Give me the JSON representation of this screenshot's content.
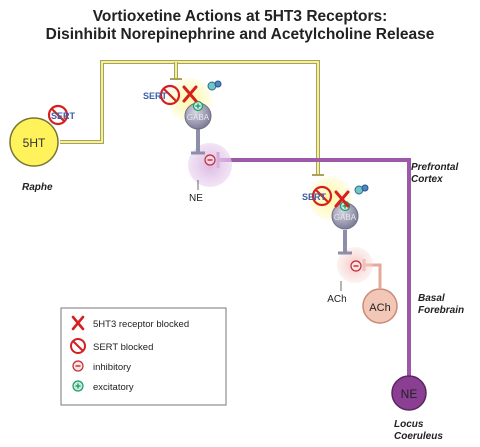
{
  "title": {
    "line1": "Vortioxetine Actions at 5HT3 Receptors:",
    "line2": "Disinhibit Norepinephrine and Acetylcholine Release"
  },
  "regions": {
    "raphe": "Raphe",
    "prefrontal_line1": "Prefrontal",
    "prefrontal_line2": "Cortex",
    "basal_line1": "Basal",
    "basal_line2": "Forebrain",
    "locus_line1": "Locus",
    "locus_line2": "Coeruleus"
  },
  "neurons": {
    "serotonin": "5HT",
    "ne_cell_body": "NE",
    "ach_cell_body": "ACh",
    "gaba_1": "GABA",
    "gaba_2": "GABA",
    "ne_target": "NE",
    "ach_target": "ACh"
  },
  "sert_labels": {
    "raphe": "SERT",
    "upper": "SERT",
    "lower": "SERT"
  },
  "legend": {
    "items": [
      {
        "icon": "red-x-icon",
        "label": "5HT3 receptor blocked"
      },
      {
        "icon": "no-sign-icon",
        "label": "SERT blocked"
      },
      {
        "icon": "minus-circle-icon",
        "label": "inhibitory"
      },
      {
        "icon": "plus-circle-icon",
        "label": "excitatory"
      }
    ]
  },
  "colors": {
    "serotonin_fill": "#fff25a",
    "serotonin_axon": "#c9c477",
    "ne_fill": "#8b3f93",
    "ne_axon": "#9b59a8",
    "ach_fill": "#f3c7b8",
    "gaba_fill": "#8e8ea8",
    "blocked_red": "#d62020",
    "excitatory_green": "#1a9a6a",
    "sert_blue": "#3a5fa8"
  }
}
